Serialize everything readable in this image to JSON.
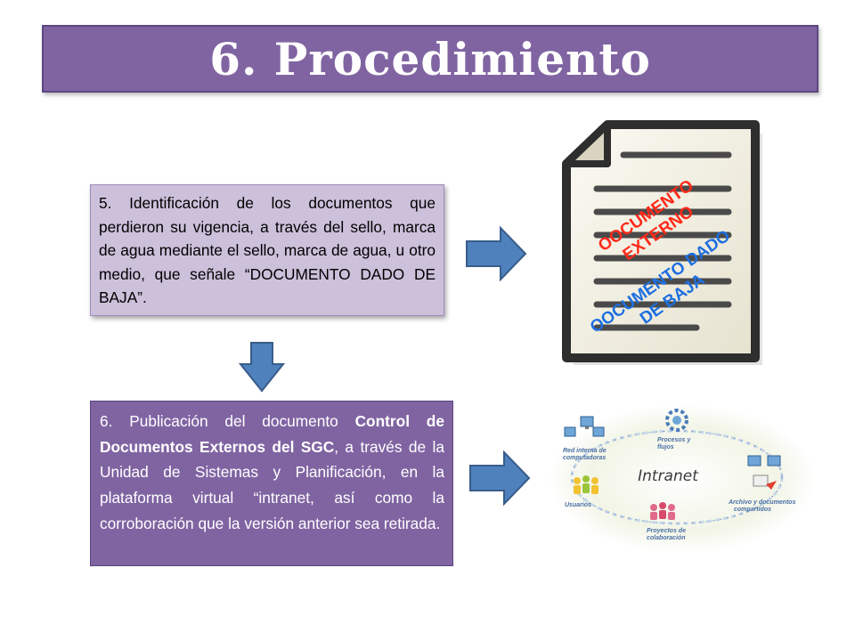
{
  "title": "6. Procedimiento",
  "step5": {
    "text": "5. Identificación de los documentos que perdieron su vigencia, a través del sello, marca de agua mediante el sello, marca de agua, u otro medio, que señale “DOCUMENTO DADO DE BAJA”."
  },
  "step6": {
    "part1": "6. Publicación del documento ",
    "bold": "Control de Documentos Externos del SGC",
    "part2": ", a través de la Unidad de Sistemas y Planificación, en la plataforma virtual “intranet, así como la corroboración que la versión anterior sea retirada."
  },
  "document_illustration": {
    "stamp_red_line1": "OOCUMENTO",
    "stamp_red_line2": "EXTERNO",
    "stamp_blue_line1": "OOCUMENTO DADO",
    "stamp_blue_line2": "DE BAJA",
    "stamp_red_color": "#ff2a1a",
    "stamp_blue_color": "#1e6fe0"
  },
  "intranet_diagram": {
    "center_label": "Intranet",
    "nodes": {
      "network": "Red interna de computadoras",
      "processes": "Procesos y flujos",
      "archive": "Archivo y documentos compartidos",
      "projects": "Proyectos de colaboración",
      "users": "Usuarios"
    }
  },
  "colors": {
    "accent_purple": "#8064a2",
    "light_purple": "#ccc0da",
    "arrow_blue": "#4f81bd"
  }
}
